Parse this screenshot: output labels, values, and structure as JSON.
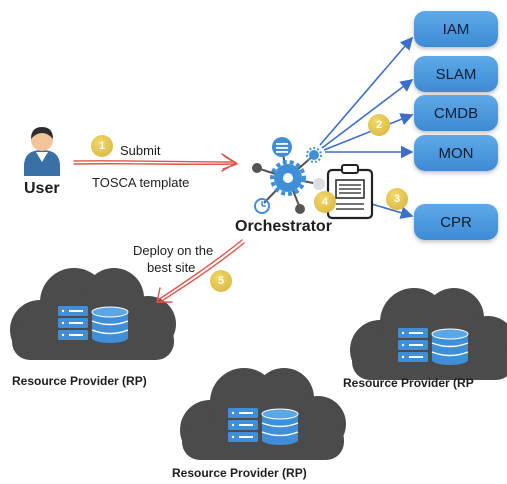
{
  "user_label": "User",
  "submit_label": "Submit",
  "tosca_label": "TOSCA template",
  "orchestrator_label": "Orchestrator",
  "deploy_label_line1": "Deploy on the",
  "deploy_label_line2": "best site",
  "services": [
    "IAM",
    "SLAM",
    "CMDB",
    "MON",
    "CPR"
  ],
  "steps": [
    "1",
    "2",
    "3",
    "4",
    "5"
  ],
  "resource_provider_label": "Resource Provider (RP)",
  "resource_provider_label_clipped": "Resource Provider (RP",
  "colors": {
    "service_box": "#4a9be0",
    "service_arrow": "#3b6fc9",
    "submit_arrow": "#e0554c",
    "badge": "#e2c24f",
    "cloud": "#4b4b4b",
    "server": "#3f8fd8"
  }
}
